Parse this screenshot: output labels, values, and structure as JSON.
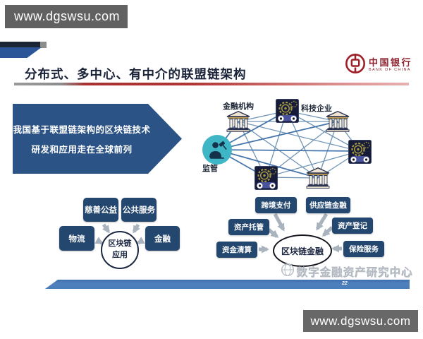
{
  "overlay": {
    "top_url": "www.dgswsu.com",
    "bottom_url": "www.dgswsu.com"
  },
  "logo": {
    "name_cn": "中国银行",
    "name_en": "BANK OF CHINA"
  },
  "slide": {
    "title": "分布式、多中心、有中介的联盟链架构",
    "page_number": "22",
    "callout_line1": "我国基于联盟链架构的区块链技术",
    "callout_line2": "研发和应用走在全球前列",
    "network": {
      "label_financial": "金融机构",
      "label_tech": "科技企业",
      "label_regulator": "监管"
    },
    "left_cluster": {
      "boxes": [
        "慈善公益",
        "公共服务",
        "物流",
        "金融"
      ],
      "center_line1": "区块链",
      "center_line2": "应用"
    },
    "right_cluster": {
      "boxes": [
        "跨境支付",
        "供应链金融",
        "资产托管",
        "资产登记",
        "资金清算",
        "保险服务"
      ],
      "center": "区块链金融"
    },
    "watermark": "数字金融资产研究中心"
  },
  "colors": {
    "navy_box": "#24476f",
    "callout_blue": "#2b5385",
    "bottom_bar_blue": "#4a7cba",
    "boc_red": "#9e1f28",
    "regulator_teal": "#3fb6c6",
    "mesh_line": "#6189ad",
    "title_navy": "#1a2338",
    "url_bar_gray": "#616161",
    "arrow_gray": "#a9b3bd"
  }
}
